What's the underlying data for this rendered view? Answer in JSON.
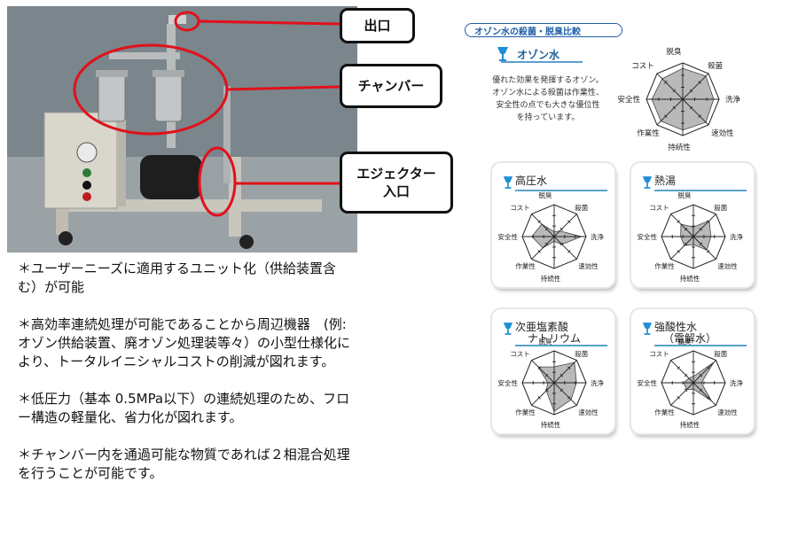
{
  "callouts": {
    "outlet": "出口",
    "chamber": "チャンバー",
    "ejector_line1": "エジェクター",
    "ejector_line2": "入口"
  },
  "bullets": [
    "＊ユーザーニーズに適用するユニット化（供給装置含む）が可能",
    "＊高効率連続処理が可能であることから周辺機器　(例:オゾン供給装置、廃オゾン処理装等々）の小型仕様化により、トータルイニシャルコストの削減が図れます。",
    "＊低圧力（基本 0.5MPa以下）の連続処理のため、フロー構造の軽量化、省力化が図れます。",
    "＊チャンバー内を通過可能な物質であれば２相混合処理を行うことが可能です。"
  ],
  "comparison": {
    "header": "オゾン水の殺菌・脱臭比較",
    "ozone": {
      "title": "オゾン水",
      "description": [
        "優れた効果を発揮するオゾン。",
        "オゾン水による殺菌は作業性、",
        "安全性の点でも大きな優位性",
        "を持っています。"
      ]
    }
  },
  "chart_data": [
    {
      "type": "radar",
      "title": "オゾン水",
      "axes": [
        "脱臭",
        "殺菌",
        "洗浄",
        "速効性",
        "持続性",
        "作業性",
        "安全性",
        "コスト"
      ],
      "values": [
        0.85,
        0.9,
        0.85,
        0.9,
        0.85,
        0.85,
        0.85,
        0.8
      ]
    },
    {
      "type": "radar",
      "title": "高圧水",
      "axes": [
        "脱臭",
        "殺菌",
        "洗浄",
        "速効性",
        "持続性",
        "作業性",
        "安全性",
        "コスト"
      ],
      "values": [
        0.15,
        0.25,
        0.85,
        0.35,
        0.15,
        0.5,
        0.7,
        0.55
      ]
    },
    {
      "type": "radar",
      "title": "熱湯",
      "axes": [
        "脱臭",
        "殺菌",
        "洗浄",
        "速効性",
        "持続性",
        "作業性",
        "安全性",
        "コスト"
      ],
      "values": [
        0.3,
        0.7,
        0.55,
        0.6,
        0.25,
        0.4,
        0.4,
        0.55
      ]
    },
    {
      "type": "radar",
      "title_lines": [
        "次亜塩素酸",
        "ナトリウム"
      ],
      "axes": [
        "脱臭",
        "殺菌",
        "洗浄",
        "速効性",
        "持続性",
        "作業性",
        "安全性",
        "コスト"
      ],
      "values": [
        0.5,
        0.9,
        0.7,
        0.75,
        0.9,
        0.35,
        0.2,
        0.7
      ]
    },
    {
      "type": "radar",
      "title_lines": [
        "強酸性水",
        "（電解水）"
      ],
      "axes": [
        "脱臭",
        "殺菌",
        "洗浄",
        "速効性",
        "持続性",
        "作業性",
        "安全性",
        "コスト"
      ],
      "values": [
        0.2,
        0.9,
        0.25,
        0.8,
        0.2,
        0.3,
        0.3,
        0.2
      ]
    }
  ]
}
